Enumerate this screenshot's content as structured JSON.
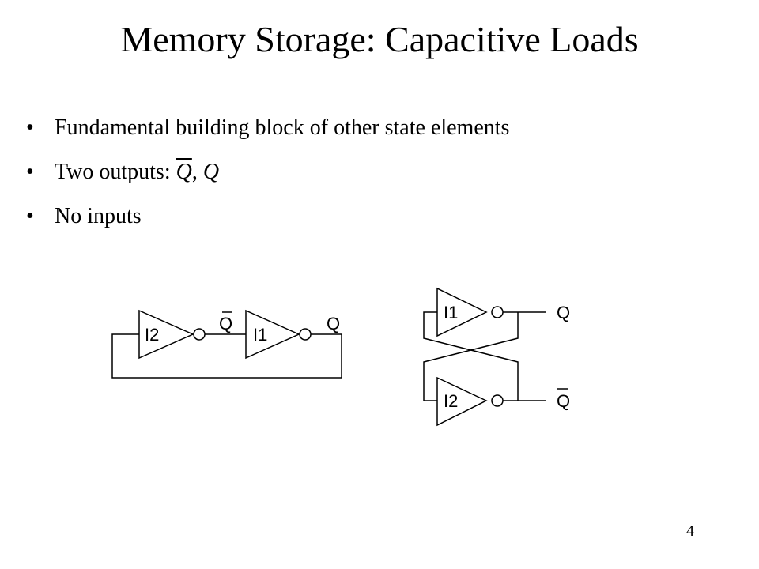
{
  "slide": {
    "title": "Memory Storage: Capacitive Loads",
    "bullets": [
      {
        "text": "Fundamental building block of other state elements"
      },
      {
        "prefix": "Two outputs: ",
        "q_bar": "Q",
        "sep": ", ",
        "q": "Q"
      },
      {
        "text": "No inputs"
      }
    ],
    "page_number": "4"
  },
  "diagram_left": {
    "inv1_label": "I2",
    "inv2_label": "I1",
    "node_qbar": "Q",
    "node_q": "Q"
  },
  "diagram_right": {
    "top_label": "I1",
    "bottom_label": "I2",
    "out_q": "Q",
    "out_qbar": "Q"
  }
}
